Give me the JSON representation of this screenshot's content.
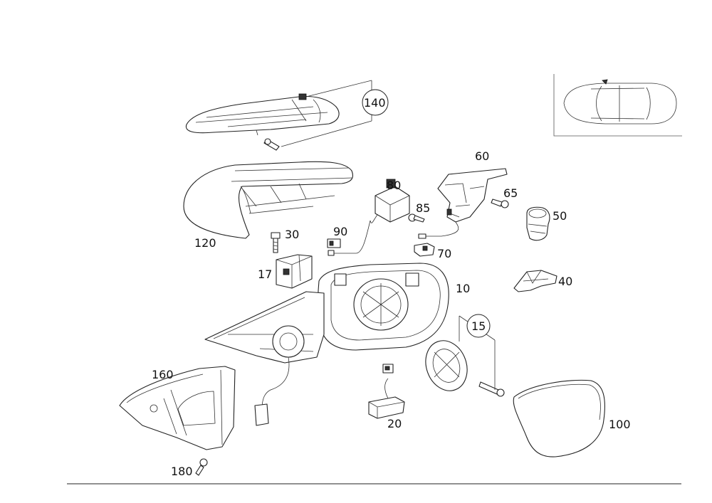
{
  "labels": {
    "p10": "10",
    "p15": "15",
    "p17": "17",
    "p20": "20",
    "p30": "30",
    "p40": "40",
    "p50": "50",
    "p60": "60",
    "p65": "65",
    "p70": "70",
    "p80": "80",
    "p85": "85",
    "p90": "90",
    "p100": "100",
    "p120": "120",
    "p140": "140",
    "p160": "160",
    "p180": "180"
  }
}
